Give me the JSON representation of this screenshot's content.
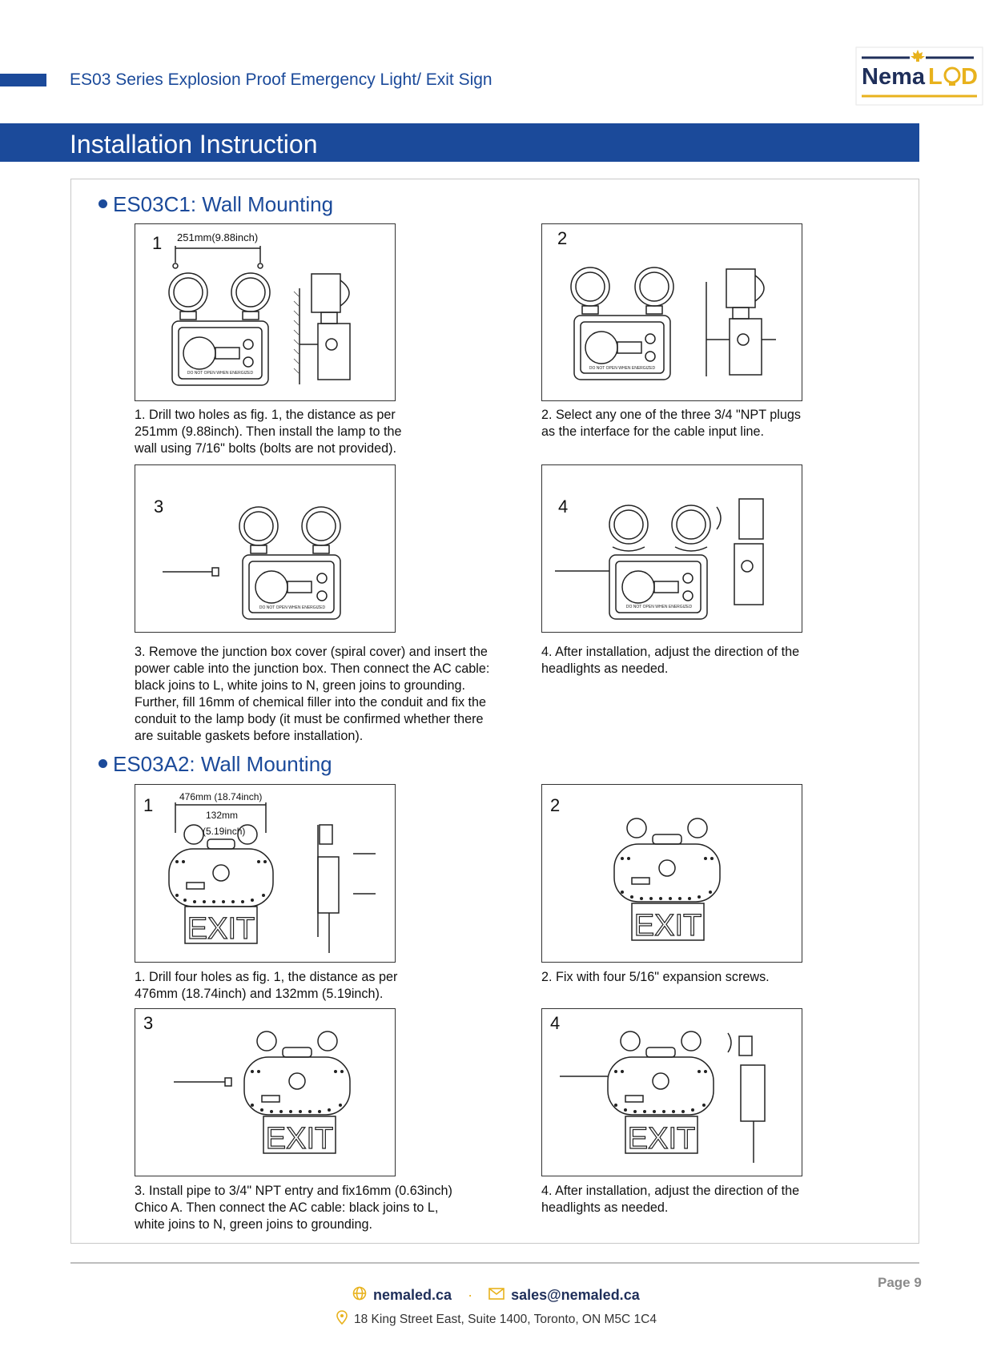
{
  "header": {
    "doc_title": "ES03 Series Explosion Proof Emergency Light/ Exit Sign",
    "logo_text_a": "Nema",
    "logo_text_b": "L",
    "logo_text_c": "D",
    "banner": "Installation Instruction"
  },
  "sections": [
    {
      "heading": "ES03C1: Wall Mounting",
      "figures": [
        {
          "num": "1",
          "dim1": "251mm(9.88inch)",
          "caption": [
            "1. Drill two holes as fig. 1, the distance as per",
            "251mm (9.88inch). Then install the lamp to the",
            "wall using 7/16\" bolts (bolts are not provided)."
          ]
        },
        {
          "num": "2",
          "caption": [
            "2. Select any one of the three 3/4 \"NPT plugs",
            "as the interface for the cable input line."
          ]
        },
        {
          "num": "3",
          "caption": [
            "3. Remove the junction box cover (spiral cover) and insert the",
            "power cable into the junction box. Then connect the AC cable:",
            "black joins to L, white joins to N, green joins to grounding.",
            "Further, fill 16mm of chemical filler into the conduit and fix the",
            "conduit to the lamp body (it must be confirmed whether there",
            "are suitable gaskets before installation)."
          ]
        },
        {
          "num": "4",
          "caption": [
            "4. After installation, adjust the direction of the",
            "headlights as needed."
          ]
        }
      ]
    },
    {
      "heading": "ES03A2: Wall Mounting",
      "figures": [
        {
          "num": "1",
          "dim1": "476mm (18.74inch)",
          "dim2": "132mm",
          "dim3": "(5.19inch)",
          "caption": [
            "1. Drill four holes as fig. 1, the distance as per",
            "476mm (18.74inch) and 132mm (5.19inch)."
          ]
        },
        {
          "num": "2",
          "caption": [
            "2. Fix with four 5/16\" expansion screws."
          ]
        },
        {
          "num": "3",
          "caption": [
            "3. Install pipe to 3/4\" NPT entry and fix16mm (0.63inch)",
            "Chico A. Then connect the AC cable: black joins to L,",
            "white joins to N, green joins to grounding."
          ]
        },
        {
          "num": "4",
          "caption": [
            "4. After installation, adjust the direction of the",
            "headlights as needed."
          ]
        }
      ]
    }
  ],
  "device": {
    "box_label": "DO NOT OPEN WHEN ENERGIZED",
    "sign_text": "EXIT"
  },
  "footer": {
    "page": "Page 9",
    "website": "nemaled.ca",
    "separator": "·",
    "email": "sales@nemaled.ca",
    "address": "18 King Street East, Suite 1400, Toronto, ON M5C 1C4"
  },
  "colors": {
    "brand_blue": "#1b4a9a",
    "logo_gold": "#e8b21d",
    "text_dark": "#111111"
  },
  "icons": [
    "globe-icon",
    "envelope-icon",
    "location-pin-icon",
    "maple-leaf-icon",
    "bullet-icon"
  ]
}
